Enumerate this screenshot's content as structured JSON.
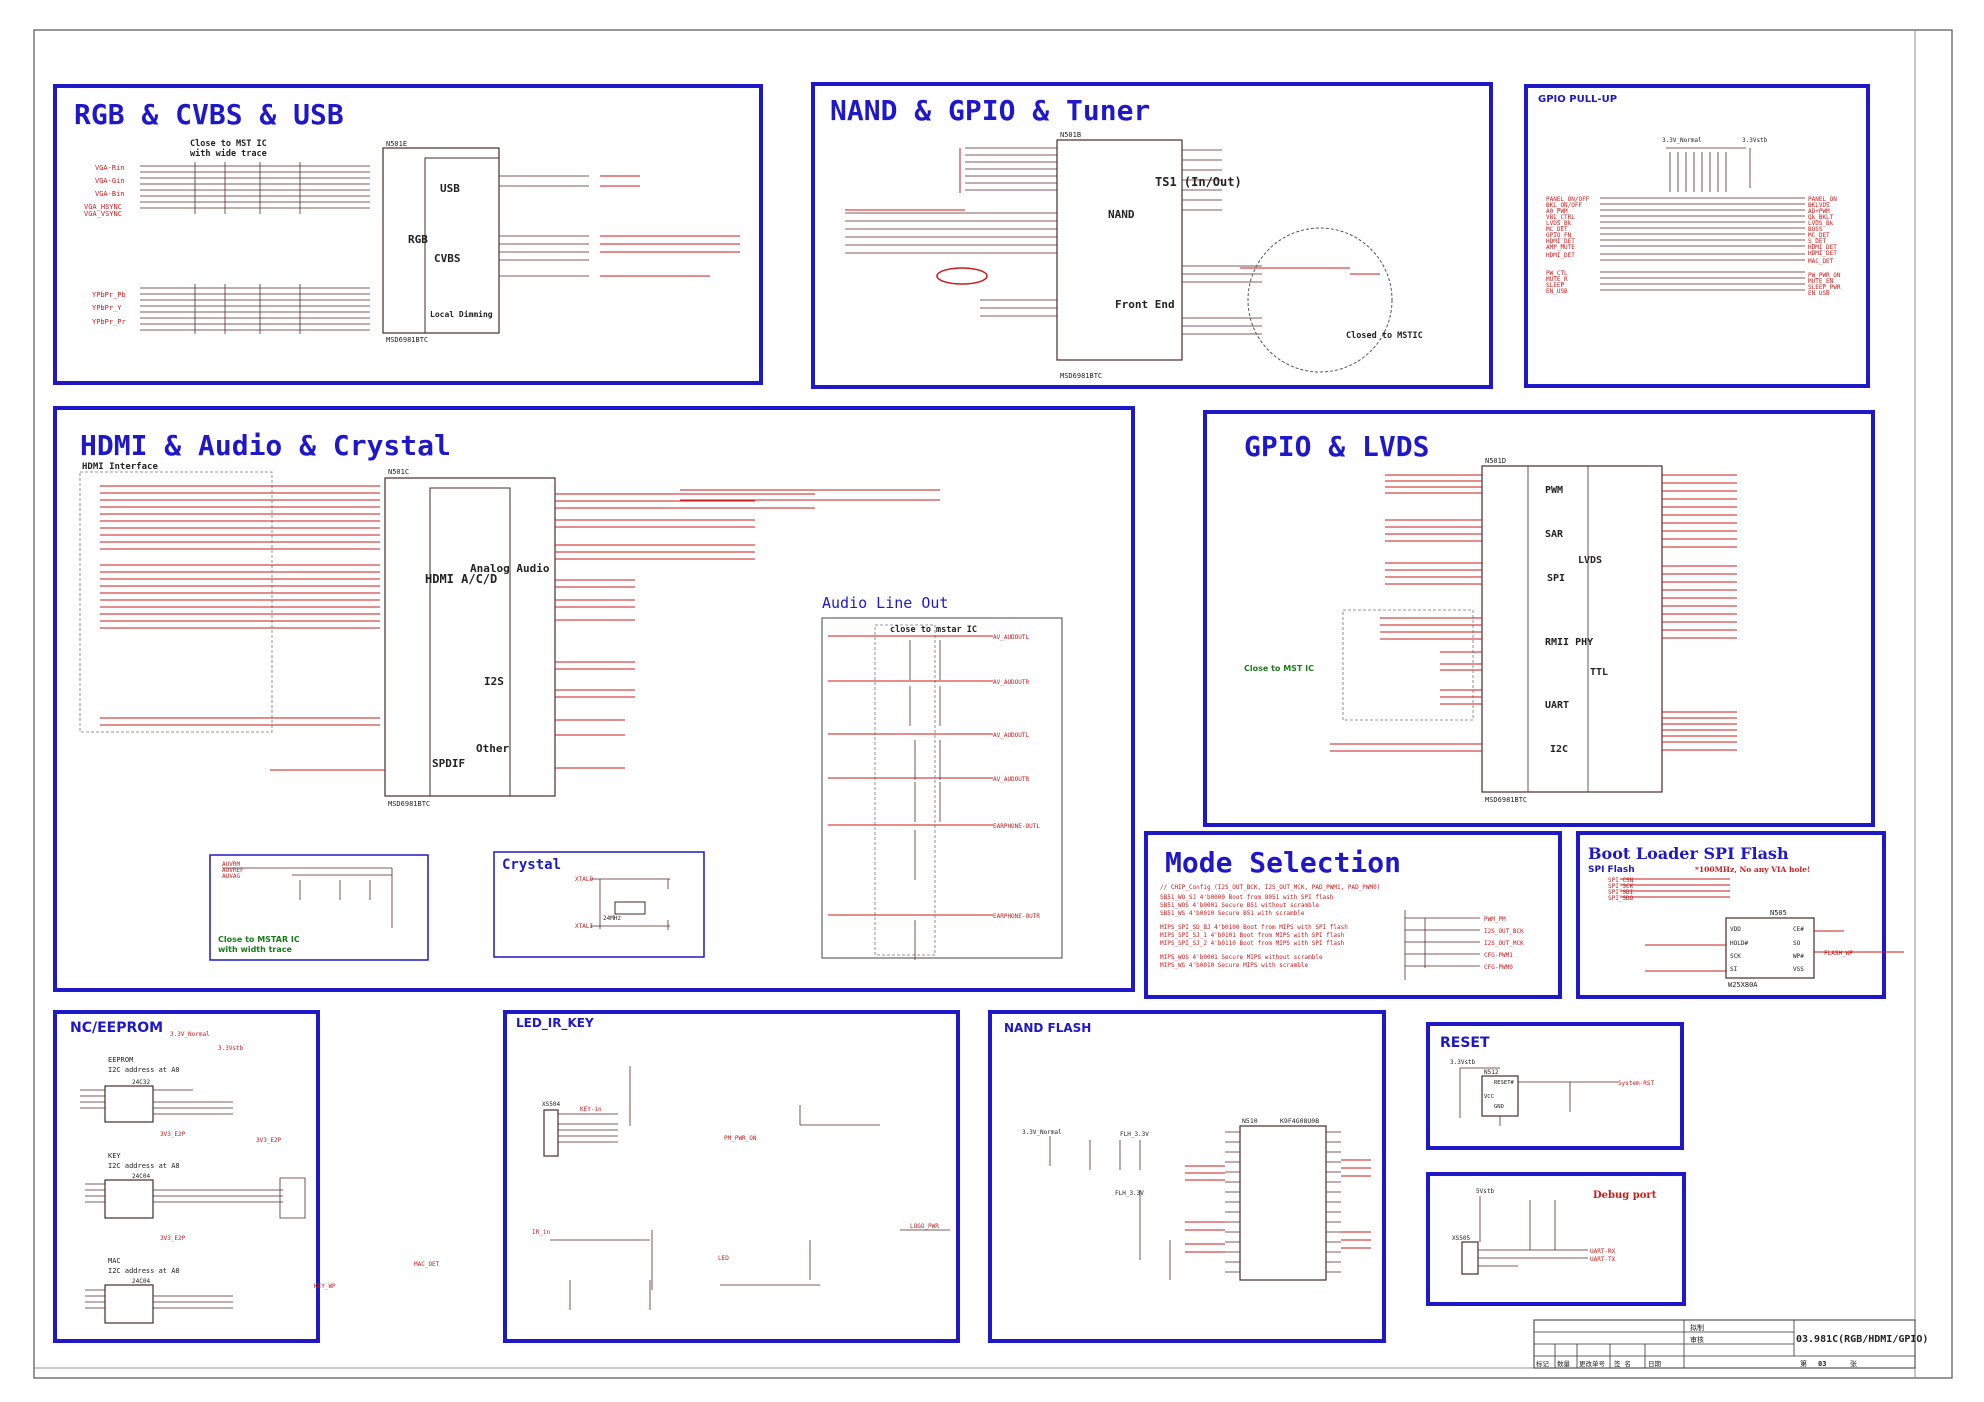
{
  "sections": {
    "rgb_cvbs_usb": {
      "title": "RGB & CVBS & USB",
      "note1": "Close to MST IC",
      "note2": "with wide trace",
      "ic_ref": "N501E",
      "ic_part": "MSD6981BTC",
      "blocks": [
        "USB",
        "RGB",
        "CVBS",
        "Local Dimming"
      ],
      "inputs": [
        "VGA-Rin",
        "VGA-Gin",
        "VGA-Bin",
        "VGA_HSYNC",
        "VGA_VSYNC",
        "YPbPr_Pb",
        "YPbPr_Y",
        "YPbPr_Pr"
      ]
    },
    "nand_gpio_tuner": {
      "title": "NAND & GPIO & Tuner",
      "ic_ref": "N501B",
      "ic_part": "MSD6981BTC",
      "blocks": [
        "TS1 (In/Out)",
        "NAND",
        "Front End"
      ],
      "note": "Closed to MSTIC"
    },
    "gpio_pullup": {
      "title": "GPIO PULL-UP",
      "rails": [
        "3.3V_Normal",
        "3.3Vstb"
      ],
      "signals_left": [
        "PANEL_ON/OFF",
        "BKL_ON/OFF",
        "A0_PWM",
        "VBL_CTRL",
        "LVDS_Bk",
        "MC_DET",
        "GPIO_FN",
        "HDMI_DET",
        "AMP_MUTE",
        "HDMI_DET",
        "PW_CTL",
        "MUTE_R",
        "SLEEP",
        "EN_USB"
      ],
      "signals_right": [
        "PANEL_ON",
        "BKLVDS",
        "AD+PWM",
        "Qk_BKLT",
        "LVDS_Bk",
        "BOSS",
        "MC_DET",
        "S_DET",
        "HDMI_DET",
        "HDMI_DET",
        "MAC_DET",
        "PW_PWR_ON",
        "MUTE_EN",
        "SLEEP_PWR",
        "EN USB"
      ]
    },
    "hdmi_audio_crystal": {
      "title": "HDMI & Audio & Crystal",
      "subtitle": "HDMI Interface",
      "ic_ref": "N501C",
      "ic_part": "MSD6981BTC",
      "blocks": [
        "HDMI A/C/D",
        "Analog Audio",
        "I2S",
        "Other",
        "SPDIF"
      ]
    },
    "audio_line_out": {
      "title": "Audio Line Out",
      "note": "close to mstar IC",
      "outputs": [
        "AV_AUDOUTL",
        "AV_AUDOUTR",
        "AV_AUDOUTL",
        "AV_AUDOUTR",
        "EARPHONE-OUTL",
        "EARPHONE-OUTR"
      ]
    },
    "av_filter": {
      "labels": [
        "AUVRM",
        "AUVREF",
        "AUVAG"
      ],
      "note1": "Close to MSTAR IC",
      "note2": "with width trace"
    },
    "crystal": {
      "title": "Crystal",
      "xtal": "24MHz",
      "nets": [
        "XTALO",
        "XTALI"
      ]
    },
    "gpio_lvds": {
      "title": "GPIO & LVDS",
      "ic_ref": "N501D",
      "ic_part": "MSD6981BTC",
      "blocks": [
        "PWM",
        "SAR",
        "SPI",
        "RMII PHY",
        "UART",
        "I2C",
        "LVDS",
        "TTL"
      ],
      "note": "Close to MST IC"
    },
    "mode_selection": {
      "title": "Mode Selection",
      "lines": [
        "// CHIP_Config (I2S_OUT_BCK, I2S_OUT_MCK, PAD_PWM1, PAD_PWM0)",
        "SB51_WO_SJ      4'b0000  Boot from 8051 with SPI flash",
        "SB51_WOS        4'b0001  Secure B51 without scramble",
        "SB51_WS         4'b0010  Secure B51 with scramble",
        "MIPS_SPI_SD_BJ  4'b0100  Boot from MIPS with SPI flash",
        "MIPS_SPI_SJ_1   4'b0101  Boot from MIPS with SPI flash",
        "MIPS_SPI_SJ_2   4'b0110  Boot from MIPS with SPI flash",
        "MIPS_WOS        4'b0001  Secure MIPS without scramble",
        "MIPS_WS         4'b0010  Secure MIPS with scramble"
      ],
      "nets": [
        "PWM_PM",
        "I2S_OUT_BCK",
        "I2S_OUT_MCK",
        "CFG-PWM1",
        "CFG-PWM0"
      ]
    },
    "boot_loader": {
      "title": "Boot Loader SPI Flash",
      "subtitle": "SPI Flash",
      "note": "*100MHz, No any VIA hole!",
      "ic_ref": "N505",
      "ic_part": "W25X80A",
      "pins_left": [
        "VDD",
        "HOLD#",
        "SCK",
        "SI"
      ],
      "pins_right": [
        "CE#",
        "SO",
        "WP#",
        "VSS"
      ],
      "nets": [
        "SPI_CSN",
        "SPI_SCK",
        "SPI_SDI",
        "SPI_SDO",
        "FLASH_WP"
      ]
    },
    "nc_eeprom": {
      "title": "NC/EEPROM",
      "eeprom_title": "EEPROM",
      "eeprom_addr": "I2C address at A0",
      "key_title": "KEY",
      "key_addr": "I2C address at A8",
      "mac_title": "MAC",
      "mac_addr": "I2C address at A8",
      "parts": [
        "24C32",
        "24C04",
        "24C04"
      ],
      "rails": [
        "3.3V_Normal",
        "3.3Vstb",
        "3V3_E2P",
        "3V3_E2P",
        "3V3_E2P"
      ]
    },
    "led_ir_key": {
      "title": "LED_IR_KEY",
      "nets": [
        "KEY-in",
        "IR_in",
        "LED",
        "PM_PWR_ON",
        "LOGO_PWR",
        "KEY_WP",
        "MAC_DET"
      ],
      "connector": "XS504"
    },
    "nand_flash": {
      "title": "NAND FLASH",
      "ic_ref": "N510",
      "ic_part": "K9F4G08U0B",
      "rails": [
        "3.3V_Normal",
        "FLH_3.3V",
        "FLH_3.3V"
      ]
    },
    "reset": {
      "title": "RESET",
      "ic_ref": "N512",
      "pins": [
        "VCC",
        "RESET#",
        "GND"
      ],
      "net": "System-RST",
      "rail": "3.3Vstb"
    },
    "debug_port": {
      "title": "Debug port",
      "connector": "XS505",
      "nets": [
        "UART-RX",
        "UART-TX"
      ],
      "rail": "5Vstb"
    }
  },
  "title_block": {
    "row1_a": "拟制",
    "row1_b": "审核",
    "drawing_no": "03.981C(RGB/HDMI/GPIO)",
    "headers": [
      "标记",
      "数量",
      "更改单号",
      "签 名",
      "日期"
    ],
    "sheet_prefix": "第",
    "sheet_no": "03",
    "sheet_suffix": "张"
  }
}
